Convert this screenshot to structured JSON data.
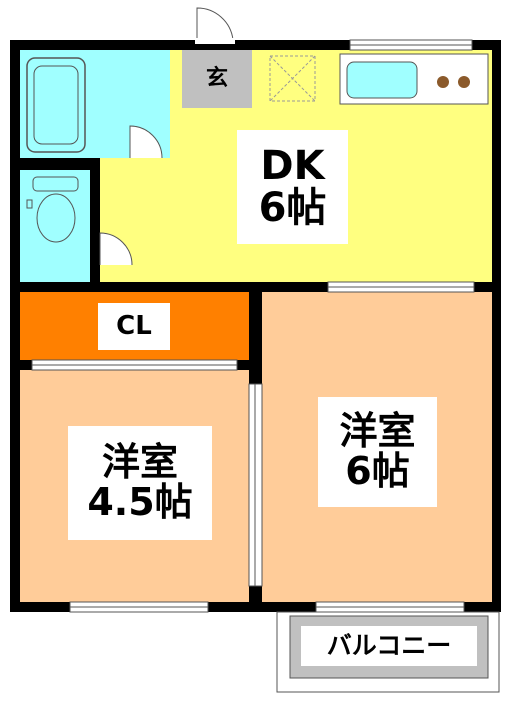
{
  "rooms": {
    "entrance": {
      "label": "玄"
    },
    "dk": {
      "line1": "DK",
      "line2": "6帖"
    },
    "closet": {
      "label": "CL"
    },
    "western_small": {
      "line1": "洋室",
      "line2": "4.5帖"
    },
    "western_large": {
      "line1": "洋室",
      "line2": "6帖"
    },
    "balcony": {
      "label": "バルコニー"
    }
  },
  "colors": {
    "wall": "#000000",
    "dk_floor": "#ffff80",
    "wet_area": "#a0ffff",
    "closet": "#ff8000",
    "western_room": "#ffcc99",
    "entrance": "#c0c0c0",
    "balcony": "#c0c0c0"
  }
}
